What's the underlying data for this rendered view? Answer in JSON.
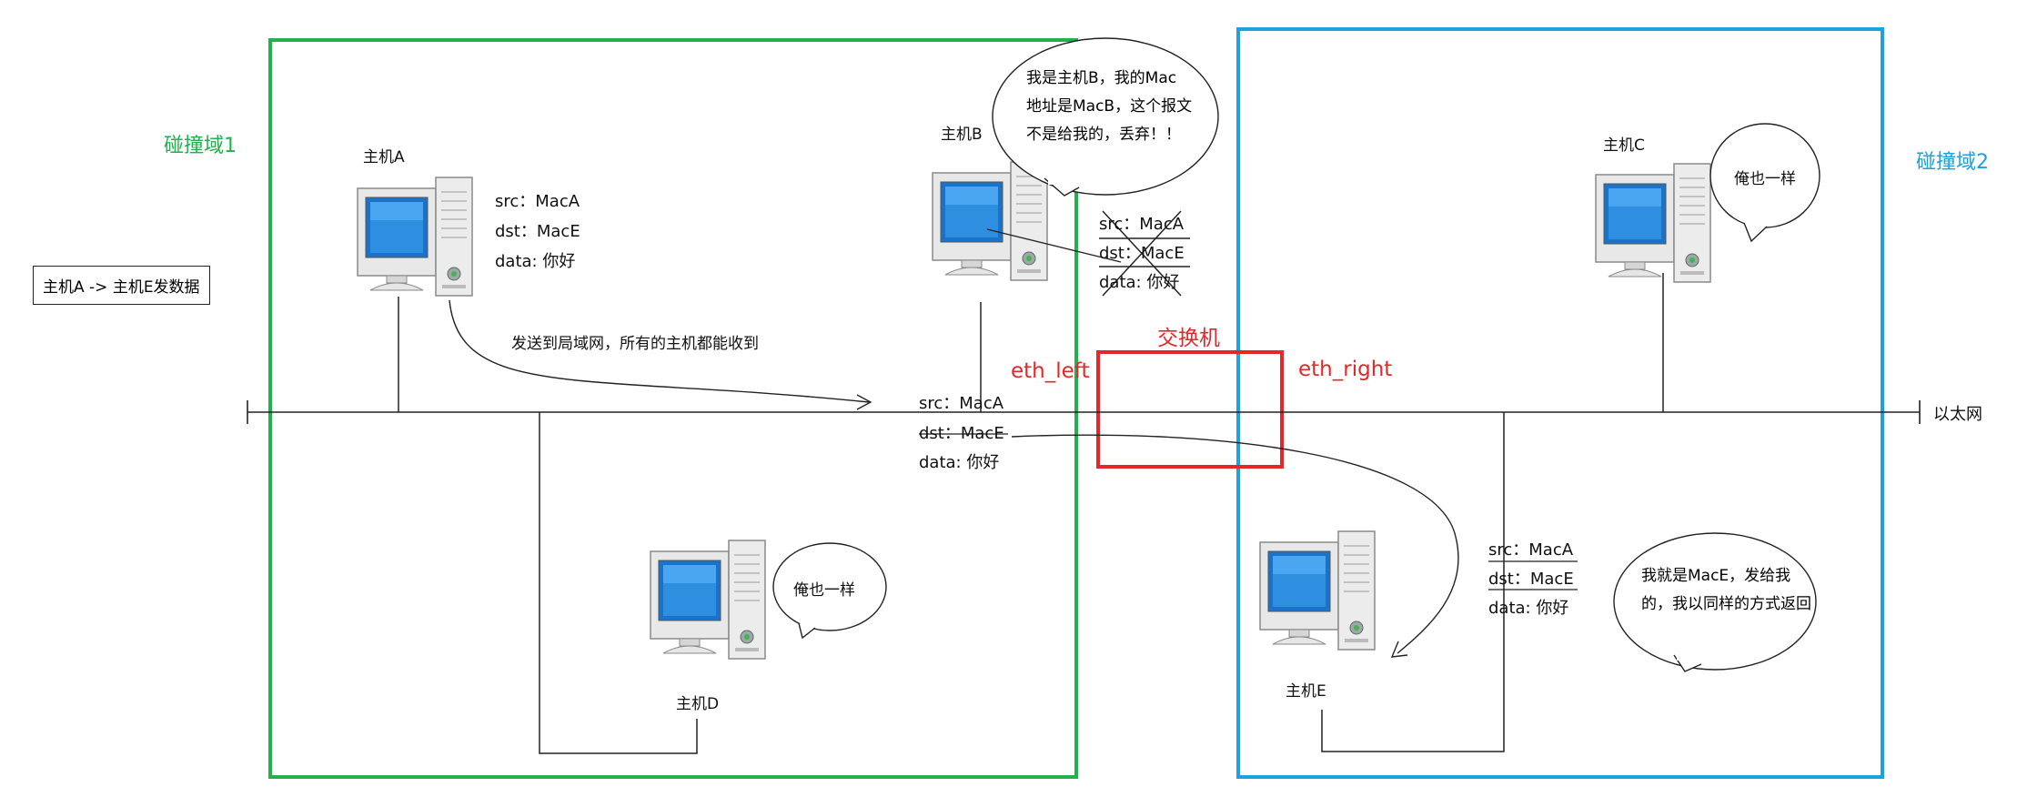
{
  "colors": {
    "domain1": "#22b14c",
    "domain2": "#1ea1e0",
    "switch": "#e5262a",
    "line": "#222222"
  },
  "note": "主机A -> 主机E发数据",
  "domains": {
    "domain1_label": "碰撞域1",
    "domain2_label": "碰撞域2"
  },
  "switch": {
    "label": "交换机",
    "left_port": "eth_left",
    "right_port": "eth_right"
  },
  "ethernet_label": "以太网",
  "hosts": {
    "A": "主机A",
    "B": "主机B",
    "C": "主机C",
    "D": "主机D",
    "E": "主机E"
  },
  "frame_A": {
    "src": "src：MacA",
    "dst": "dst：MacE",
    "data": "data: 你好"
  },
  "frame_B": {
    "src": "src：MacA",
    "dst": "dst：MacE",
    "data": "data: 你好"
  },
  "frame_bus": {
    "src": "src：MacA",
    "dst": "dst：MacE",
    "data": "data: 你好"
  },
  "frame_E": {
    "src": "src：MacA",
    "dst": "dst：MacE",
    "data": "data: 你好"
  },
  "broadcast_caption": "发送到局域网，所有的主机都能收到",
  "bubbles": {
    "B": [
      "我是主机B，我的Mac",
      "地址是MacB，这个报文",
      "不是给我的，丢弃！！"
    ],
    "C": "俺也一样",
    "D": "俺也一样",
    "E": [
      "我就是MacE，发给我",
      "的，我以同样的方式返回"
    ]
  }
}
